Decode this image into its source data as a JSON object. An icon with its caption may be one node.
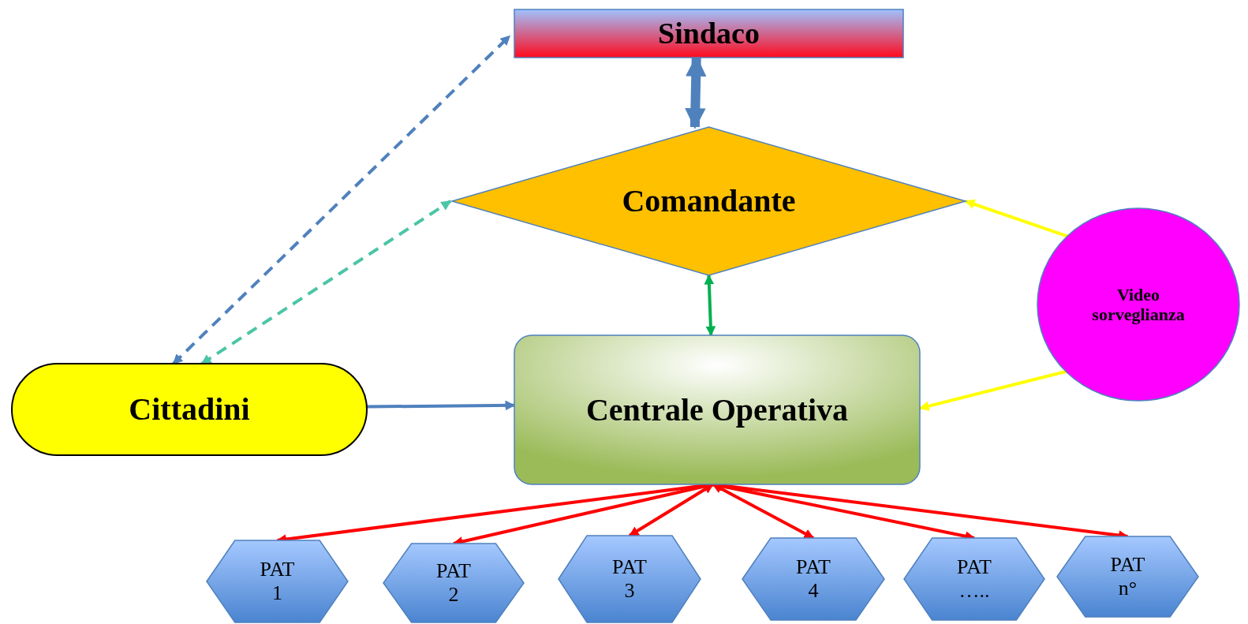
{
  "diagram": {
    "nodes": [
      {
        "text": [
          "Sindaco"
        ]
      },
      {
        "text": [
          "Comandante"
        ]
      },
      {
        "text": [
          "Video sorveglianza"
        ]
      },
      {
        "text": [
          "Cittadini"
        ]
      },
      {
        "text": [
          "Centrale Operativa"
        ]
      },
      {
        "text": [
          "PAT 1"
        ]
      },
      {
        "text": [
          "PAT 2"
        ]
      },
      {
        "text": [
          "PAT 3"
        ]
      },
      {
        "text": [
          "PAT 4"
        ]
      },
      {
        "text": [
          "PAT ….."
        ]
      },
      {
        "text": [
          "PAT n°"
        ]
      }
    ],
    "edges": [
      {
        "from": 0,
        "to": 1,
        "arrow": "both",
        "style": "thick",
        "color": "#4f81bd"
      },
      {
        "from": 3,
        "to": 0,
        "arrow": "both",
        "style": "dashed",
        "color": "#4f81bd"
      },
      {
        "from": 3,
        "to": 1,
        "arrow": "both",
        "style": "dashed",
        "color": "#4bc5a5"
      },
      {
        "from": 1,
        "to": 4,
        "arrow": "both",
        "color": "#00b050"
      },
      {
        "from": 2,
        "to": 1,
        "arrow": "to",
        "color": "#ffff00"
      },
      {
        "from": 2,
        "to": 4,
        "arrow": "to",
        "color": "#ffff00"
      },
      {
        "from": 3,
        "to": 4,
        "arrow": "to",
        "color": "#4f81bd"
      },
      {
        "from": 4,
        "to": 5,
        "arrow": "both"
      },
      {
        "from": 4,
        "to": 6,
        "arrow": "both"
      },
      {
        "from": 4,
        "to": 7,
        "arrow": "both"
      },
      {
        "from": 4,
        "to": 8,
        "arrow": "both"
      },
      {
        "from": 4,
        "to": 9,
        "arrow": "both"
      },
      {
        "from": 4,
        "to": 10,
        "arrow": "both"
      }
    ]
  }
}
